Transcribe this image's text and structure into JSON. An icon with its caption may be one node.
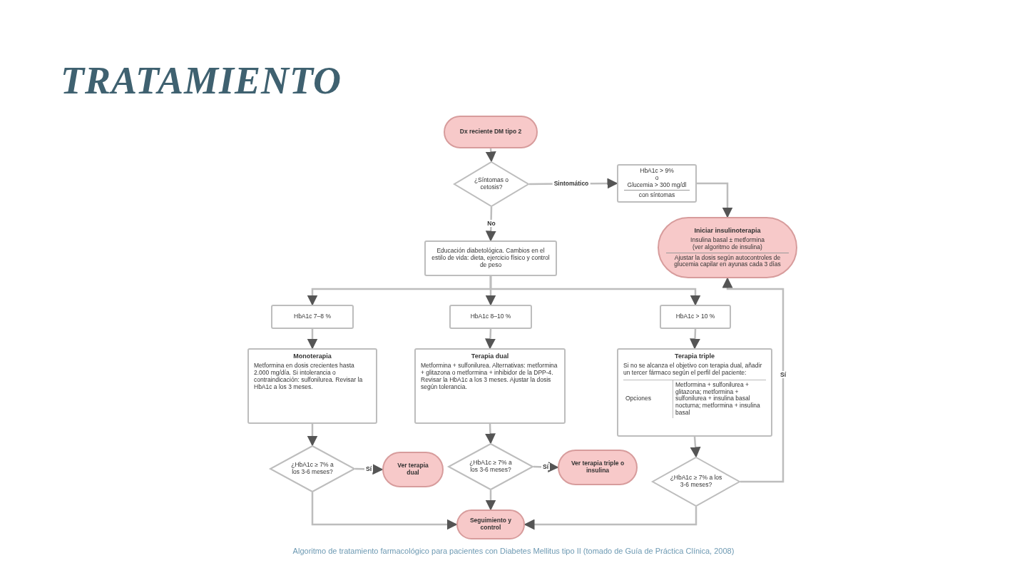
{
  "diagram": {
    "title": "TRATAMIENTO",
    "caption": "Algoritmo de tratamiento farmacológico para pacientes con Diabetes Mellitus tipo II (tomado de Guía de Práctica Clínica, 2008)",
    "nodes": [
      {
        "text": [
          "Dx reciente DM tipo 2"
        ]
      },
      {
        "text": [
          "¿Síntomas o cetosis?"
        ]
      },
      {
        "text": [
          "HbA1c > 9%",
          "o",
          "Glucemia > 300 mg/dl",
          "con síntomas"
        ]
      },
      {
        "text": [
          "Iniciar insulinoterapia",
          "Insulina basal ± metformina",
          "(ver algoritmo de insulina)",
          "Ajustar la dosis según autocontroles de glucemia capilar en ayunas cada 3 días"
        ]
      },
      {
        "text": [
          "Educación diabetológica. Cambios en el estilo de vida: dieta, ejercicio físico y control de peso"
        ]
      },
      {
        "text": [
          "HbA1c 7–8 %"
        ]
      },
      {
        "text": [
          "HbA1c 8–10 %"
        ]
      },
      {
        "text": [
          "HbA1c > 10 %"
        ]
      },
      {
        "text": [
          "Monoterapia",
          "Metformina en dosis crecientes hasta 2.000 mg/día. Si intolerancia o contraindicación: sulfonilurea. Revisar la HbA1c a los 3 meses."
        ]
      },
      {
        "text": [
          "Terapia dual",
          "Metformina + sulfonilurea. Alternativas: metformina + glitazona o metformina + inhibidor de la DPP-4. Revisar la HbA1c a los 3 meses. Ajustar la dosis según tolerancia."
        ]
      },
      {
        "text": [
          "Terapia triple",
          "Si no se alcanza el objetivo con terapia dual, añadir un tercer fármaco según el perfil del paciente:",
          "Opciones",
          "Metformina + sulfonilurea + glitazona; metformina + sulfonilurea + insulina basal nocturna; metformina + insulina basal"
        ]
      },
      {
        "text": [
          "¿HbA1c ≥ 7% a los 3-6 meses?"
        ]
      },
      {
        "text": [
          "Ver terapia dual"
        ]
      },
      {
        "text": [
          "¿HbA1c ≥ 7% a los 3-6 meses?"
        ]
      },
      {
        "text": [
          "Ver terapia triple o insulina"
        ]
      },
      {
        "text": [
          "¿HbA1c ≥ 7% a los 3-6 meses?"
        ]
      },
      {
        "text": [
          "Seguimiento y control"
        ]
      }
    ],
    "edges": [
      {
        "from": 0,
        "to": 1,
        "arrow": "to"
      },
      {
        "from": 1,
        "to": 2,
        "arrow": "to",
        "label": "Sintomático"
      },
      {
        "from": 1,
        "to": 4,
        "arrow": "to",
        "label": "No"
      },
      {
        "from": 2,
        "to": 3,
        "arrow": "to"
      },
      {
        "from": 4,
        "to": 5,
        "arrow": "to"
      },
      {
        "from": 4,
        "to": 6,
        "arrow": "to"
      },
      {
        "from": 4,
        "to": 7,
        "arrow": "to"
      },
      {
        "from": 5,
        "to": 8,
        "arrow": "to"
      },
      {
        "from": 6,
        "to": 9,
        "arrow": "to"
      },
      {
        "from": 7,
        "to": 10,
        "arrow": "to"
      },
      {
        "from": 8,
        "to": 11,
        "arrow": "to"
      },
      {
        "from": 9,
        "to": 13,
        "arrow": "to"
      },
      {
        "from": 10,
        "to": 15,
        "arrow": "to"
      },
      {
        "from": 11,
        "to": 12,
        "arrow": "to",
        "label": "Sí"
      },
      {
        "from": 13,
        "to": 14,
        "arrow": "to",
        "label": "Sí"
      },
      {
        "from": 15,
        "to": 3,
        "arrow": "to",
        "label": "Sí"
      },
      {
        "from": 11,
        "to": 16,
        "arrow": "to"
      },
      {
        "from": 13,
        "to": 16,
        "arrow": "to"
      },
      {
        "from": 15,
        "to": 16,
        "arrow": "to"
      }
    ]
  }
}
